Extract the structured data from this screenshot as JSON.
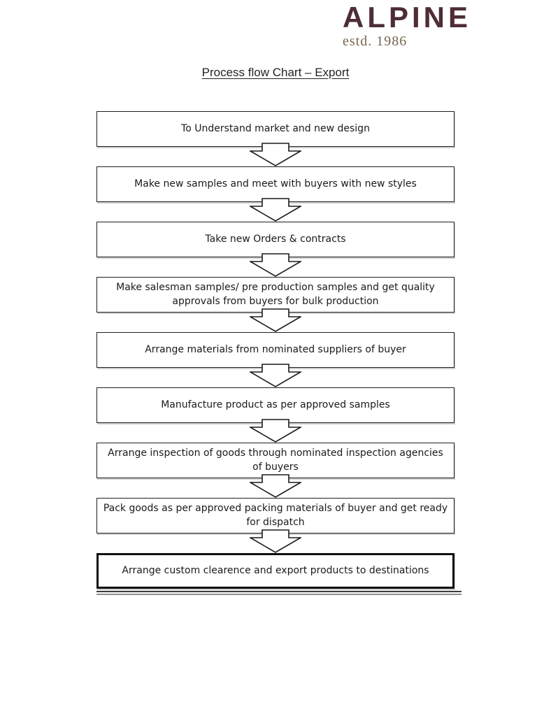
{
  "logo": {
    "wordmark": "ALPINE",
    "estd": "estd. 1986",
    "wordmark_color": "#4e2d35",
    "estd_color": "#77664d"
  },
  "title": "Process flow Chart – Export",
  "flow": {
    "connector_icon": "down-block-arrow",
    "box_border_color": "#1f1f1f",
    "text_color": "#1a1a1a",
    "steps": [
      "To Understand market and new design",
      "Make new samples and meet with buyers with new styles",
      "Take new Orders & contracts",
      "Make salesman samples/ pre production samples and get quality approvals from buyers for bulk production",
      "Arrange materials from nominated suppliers of buyer",
      "Manufacture product as per approved samples",
      "Arrange inspection of goods through nominated inspection agencies of buyers",
      "Pack goods as per approved packing materials of buyer and get ready for dispatch",
      "Arrange custom clearence and export products to destinations"
    ]
  }
}
